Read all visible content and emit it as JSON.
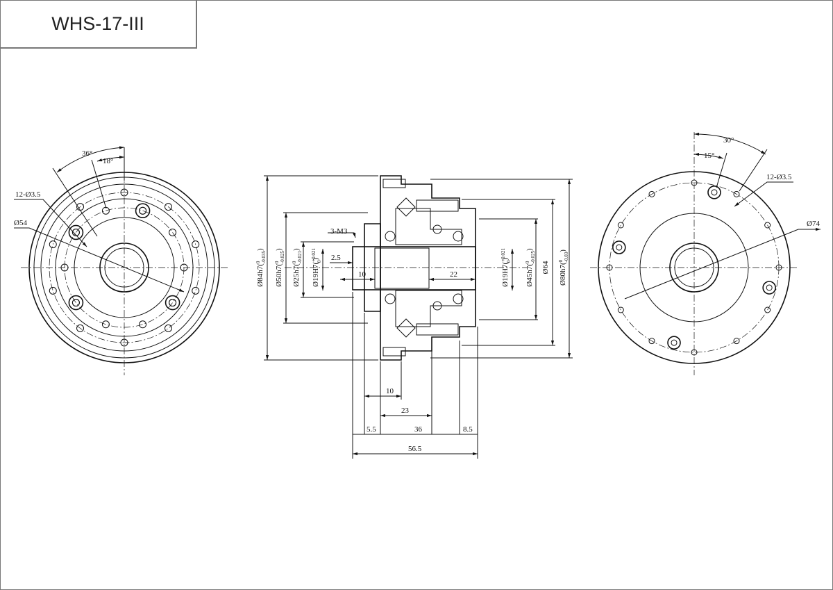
{
  "title": "WHS-17-III",
  "left_view": {
    "angle_outer": "36°",
    "angle_inner": "18°",
    "holes": "12-Ø3.5",
    "diameter": "Ø54"
  },
  "right_view": {
    "angle_outer": "30°",
    "angle_inner": "15°",
    "holes": "12-Ø3.5",
    "diameter": "Ø74"
  },
  "section": {
    "thread": "3-M3",
    "dim_2_5": "2.5",
    "dim_10_shaft": "10",
    "dim_22": "22",
    "d84": {
      "main": "Ø84h7",
      "up": "0",
      "low": "-0.035"
    },
    "d50": {
      "main": "Ø50h7",
      "up": "0",
      "low": "-0.025"
    },
    "d25": {
      "main": "Ø25h7",
      "up": "0",
      "low": "-0.021"
    },
    "d19l": {
      "main": "Ø19H7",
      "up": "+0.021",
      "low": "0"
    },
    "d19r": {
      "main": "Ø19H7",
      "up": "+0.021",
      "low": "0"
    },
    "d45": {
      "main": "Ø45h7",
      "up": "0",
      "low": "-0.025"
    },
    "d64": {
      "main": "Ø64"
    },
    "d80": {
      "main": "Ø80h7",
      "up": "0",
      "low": "-0.03"
    },
    "dim_10_bottom": "10",
    "dim_23": "23",
    "dim_5_5": "5.5",
    "dim_36": "36",
    "dim_8_5": "8.5",
    "dim_56_5": "56.5"
  }
}
